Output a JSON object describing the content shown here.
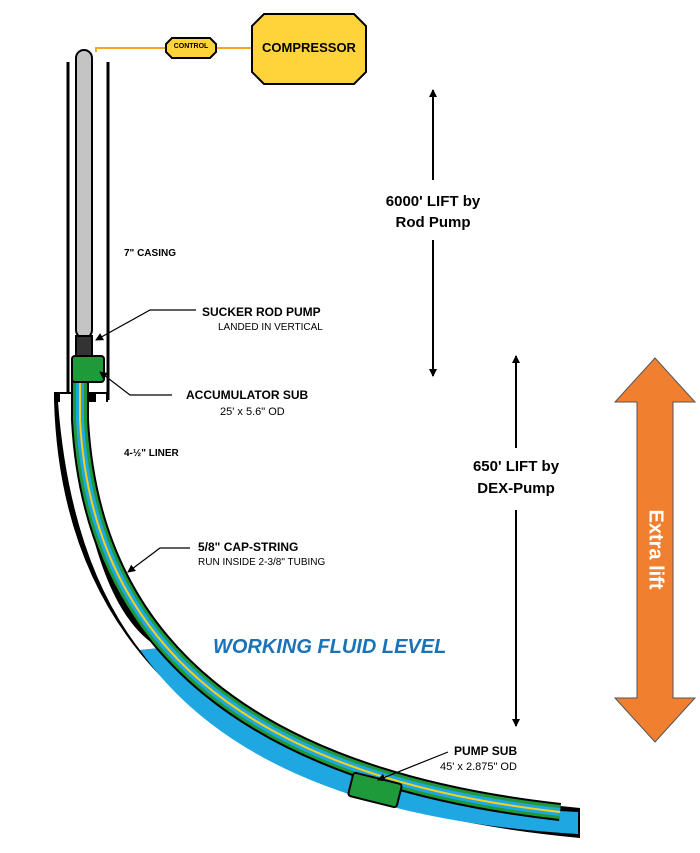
{
  "labels": {
    "control": "CONTROL",
    "compressor": "COMPRESSOR",
    "casing": "7\" CASING",
    "rod_pump_title": "SUCKER ROD PUMP",
    "rod_pump_sub": "LANDED IN VERTICAL",
    "accumulator_title": "ACCUMULATOR SUB",
    "accumulator_sub": "25' x 5.6\" OD",
    "liner": "4-½\" LINER",
    "cap_string_title": "5/8\" CAP-STRING",
    "cap_string_sub": "RUN INSIDE 2-3/8\" TUBING",
    "working_fluid_level": "WORKING FLUID LEVEL",
    "rod_lift_line1": "6000' LIFT by",
    "rod_lift_line2": "Rod Pump",
    "dex_lift_line1": "650' LIFT by",
    "dex_lift_line2": "DEX-Pump",
    "extra_lift": "Extra lift",
    "pump_sub_title": "PUMP SUB",
    "pump_sub_sub": "45' x 2.875\" OD"
  },
  "colors": {
    "compressor_fill": "#ffd43b",
    "line_orange": "#f5a623",
    "fluid_blue": "#1ea7e1",
    "tubing_green": "#1f9a3a",
    "rod_gray": "#c4c4c4",
    "extra_lift_orange": "#f08030",
    "fluid_level_text": "#1a73b8"
  }
}
